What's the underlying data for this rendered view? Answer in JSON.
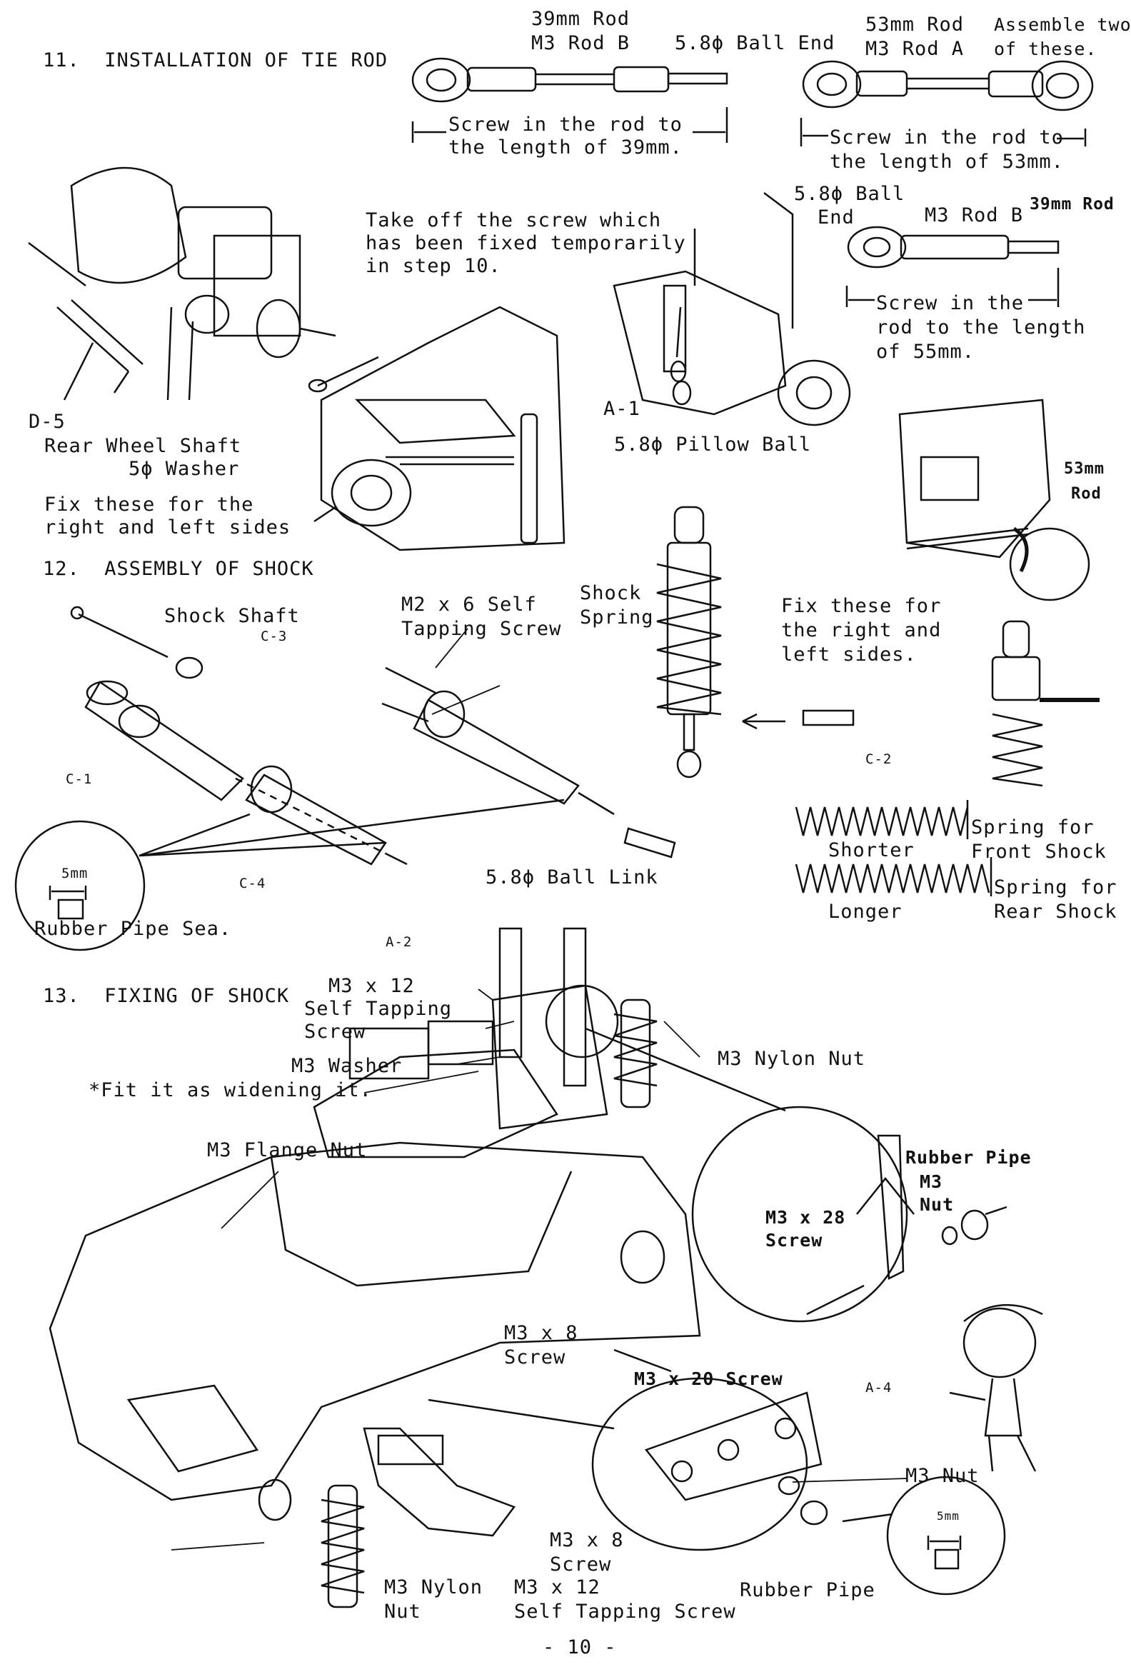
{
  "page_number": "- 10 -",
  "step11": {
    "heading": "11.  INSTALLATION OF TIE ROD",
    "rod39": {
      "name1": "39mm Rod",
      "name2": "M3 Rod B",
      "ball_end": "5.8ϕ Ball End",
      "instr1": "Screw in the rod to",
      "instr2": "the length of 39mm."
    },
    "rod53": {
      "name1": "53mm Rod",
      "name2": "M3 Rod A",
      "assemble1": "Assemble two",
      "assemble2": "of these.",
      "instr1": "Screw in the rod to",
      "instr2": "the length of 53mm."
    },
    "rod55": {
      "ball1": "5.8ϕ Ball",
      "ball2": "End",
      "rod": "M3 Rod B",
      "len": "39mm Rod",
      "instr1": "Screw in the",
      "instr2": "rod to the length",
      "instr3": "of 55mm."
    },
    "takeoff1": "Take off the screw which",
    "takeoff2": "has been fixed temporarily",
    "takeoff3": "in step 10.",
    "d5": "D-5",
    "rear_wheel_shaft": "Rear Wheel Shaft",
    "washer": "5ϕ Washer",
    "fix1": "Fix these for the",
    "fix2": "right and left sides",
    "a1": "A-1",
    "pillow_ball": "5.8ϕ Pillow Ball",
    "rod53_label1": "53mm",
    "rod53_label2": "Rod"
  },
  "step12": {
    "heading": "12.  ASSEMBLY OF SHOCK",
    "shock_shaft": "Shock Shaft",
    "c3": "C-3",
    "c1": "C-1",
    "c4": "C-4",
    "c2": "C-2",
    "screw1": "M2 x 6 Self",
    "screw2": "Tapping Screw",
    "shock1": "Shock",
    "shock2": "Spring",
    "fix1": "Fix these for",
    "fix2": "the right and",
    "fix3": "left sides.",
    "ball_link": "5.8ϕ Ball Link",
    "mm5": "5mm",
    "rubber": "Rubber Pipe Sea.",
    "shorter": "Shorter",
    "longer": "Longer",
    "front1": "Spring for",
    "front2": "Front Shock",
    "rear1": "Spring for",
    "rear2": "Rear Shock"
  },
  "step13": {
    "heading": "13.  FIXING OF SHOCK",
    "a2": "A-2",
    "screw12_1": "M3 x 12",
    "screw12_2": "Self Tapping",
    "screw12_3": "Screw",
    "washer": "M3 Washer",
    "fit": "*Fit it as widening it.",
    "nylon_nut": "M3 Nylon Nut",
    "flange_nut": "M3 Flange Nut",
    "rubber_pipe": "Rubber Pipe",
    "m3": "M3",
    "nut": "Nut",
    "m3x28_1": "M3 x 28",
    "m3x28_2": "Screw",
    "m3x8_1": "M3 x 8",
    "m3x8_2": "Screw",
    "m3x20": "M3 x 20 Screw",
    "a4": "A-4",
    "m3nut": "M3 Nut",
    "mm5": "5mm",
    "rubber_pipe2": "Rubber Pipe",
    "m3x8b_1": "M3 x 8",
    "m3x8b_2": "Screw",
    "nylon1": "M3 Nylon",
    "nylon2": "Nut",
    "tap1": "M3 x 12",
    "tap2": "Self Tapping Screw"
  }
}
